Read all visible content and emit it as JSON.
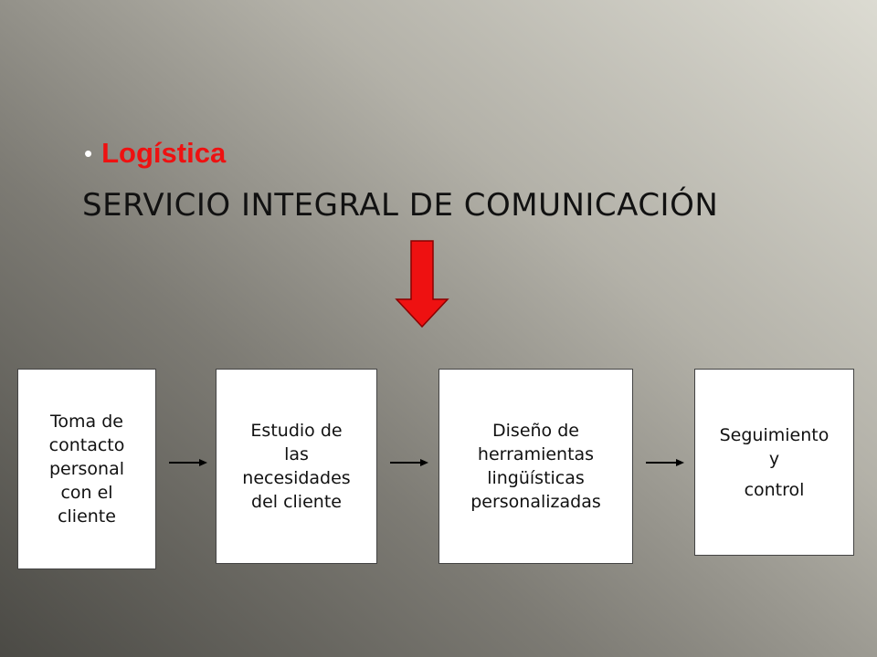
{
  "slide": {
    "bullet": "•",
    "heading": "Logística",
    "title": "SERVICIO INTEGRAL DE COMUNICACIÓN"
  },
  "colors": {
    "heading": "#ee1111",
    "arrow_fill": "#ee1111",
    "arrow_stroke": "#8a0000",
    "box_fill": "#ffffff"
  },
  "flow": {
    "steps": [
      {
        "lines": [
          "Toma de",
          "contacto",
          "personal",
          "con el",
          "cliente"
        ]
      },
      {
        "lines": [
          "Estudio de",
          "las",
          "necesidades",
          "del cliente"
        ]
      },
      {
        "lines": [
          "Diseño de",
          "herramientas",
          "lingüísticas",
          "personalizadas"
        ]
      },
      {
        "lines": [
          "Seguimiento",
          "y",
          "control"
        ]
      }
    ]
  }
}
